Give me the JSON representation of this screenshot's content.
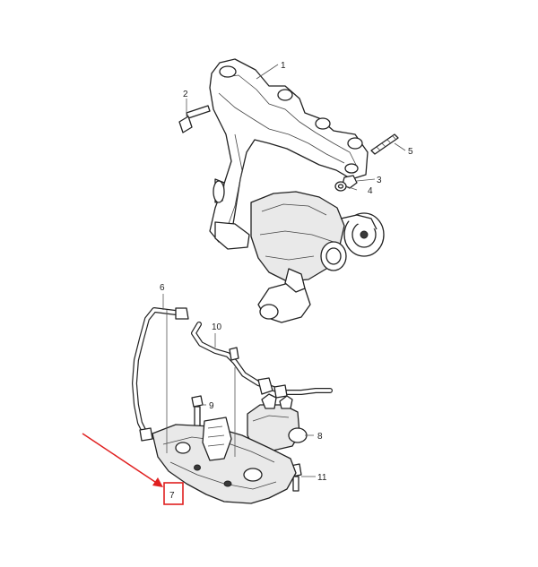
{
  "callouts": {
    "c1": "1",
    "c2": "2",
    "c3": "3",
    "c4": "4",
    "c5": "5",
    "c6": "6",
    "c7": "7",
    "c8": "8",
    "c9": "9",
    "c10": "10",
    "c11": "11"
  },
  "highlight": {
    "target": "7",
    "color": "#e02020"
  }
}
